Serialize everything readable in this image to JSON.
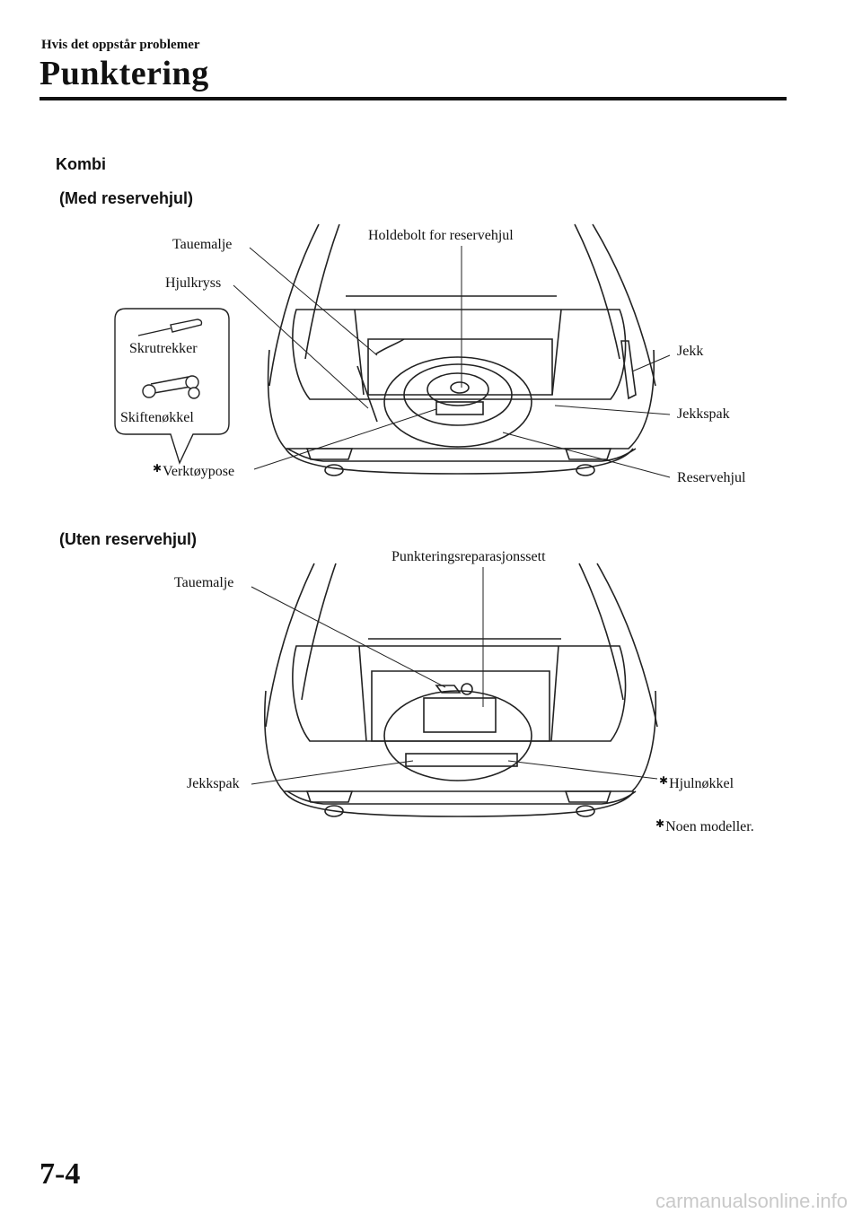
{
  "header": {
    "section": "Hvis det oppstår problemer",
    "title": "Punktering"
  },
  "content": {
    "variant": "Kombi",
    "figure1": {
      "heading": "(Med reservehjul)",
      "labels": {
        "holdebolt": "Holdebolt for reservehjul",
        "tauemalje": "Tauemalje",
        "hjulkryss": "Hjulkryss",
        "skrutrekker": "Skrutrekker",
        "skiftenokkel": "Skiftenøkkel",
        "verktoypose": "Verktøypose",
        "jekk": "Jekk",
        "jekkspak": "Jekkspak",
        "reservehjul": "Reservehjul"
      }
    },
    "figure2": {
      "heading": "(Uten reservehjul)",
      "labels": {
        "punkteringssett": "Punkteringsreparasjonssett",
        "tauemalje": "Tauemalje",
        "jekkspak": "Jekkspak",
        "hjulnokkel": "Hjulnøkkel"
      }
    },
    "footnote": "Noen modeller.",
    "footnote_marker": "✱"
  },
  "footer": {
    "page_number": "7-4",
    "watermark": "carmanualsonline.info"
  }
}
